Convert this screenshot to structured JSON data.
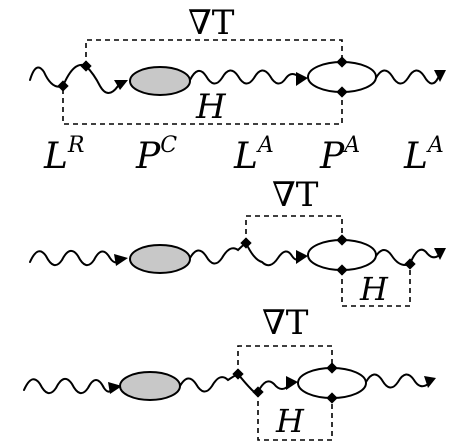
{
  "diagrams": [
    {
      "grad_label": "∇T",
      "h_label": "H",
      "line_labels": [
        "L",
        "P",
        "L",
        "P",
        "L"
      ],
      "line_superscripts": [
        "R",
        "C",
        "A",
        "A",
        "A"
      ]
    },
    {
      "grad_label": "∇T",
      "h_label": "H"
    },
    {
      "grad_label": "∇T",
      "h_label": "H"
    }
  ]
}
